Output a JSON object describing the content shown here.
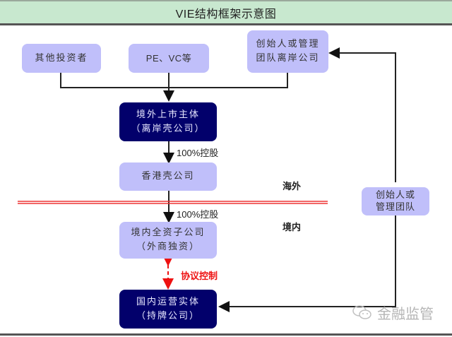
{
  "title": "VIE结构框架示意图",
  "nodes": {
    "other_investors": "其他投资者",
    "pe_vc": "PE、VC等",
    "founder_offshore_l1": "创始人或管理",
    "founder_offshore_l2": "团队离岸公司",
    "listed_entity_l1": "境外上市主体",
    "listed_entity_l2": "（离岸壳公司）",
    "hk_shell": "香港壳公司",
    "wfoe_l1": "境内全资子公司",
    "wfoe_l2": "（外商独资）",
    "domestic_entity_l1": "国内运营实体",
    "domestic_entity_l2": "（持牌公司）",
    "founder_team_l1": "创始人或",
    "founder_team_l2": "管理团队"
  },
  "labels": {
    "holding_1": "100%控股",
    "holding_2": "100%控股",
    "offshore": "海外",
    "onshore": "境内",
    "agreement_control": "协议控制"
  },
  "watermark": "金融监管",
  "colors": {
    "title_bg": "#c8e8cf",
    "light_node": "#c0bffa",
    "dark_node": "#02006b",
    "border_line": "#ee3333",
    "agreement": "#ee1111"
  }
}
